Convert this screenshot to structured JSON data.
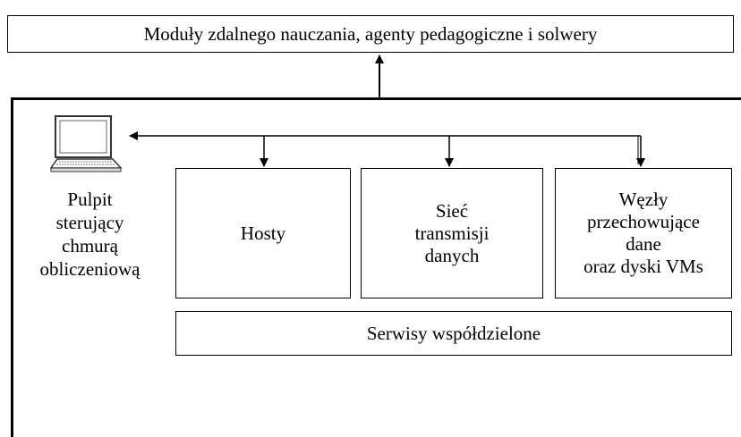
{
  "top": {
    "label": "Moduły zdalnego nauczania, agenty pedagogiczne i solwery"
  },
  "console": {
    "lines": [
      "Pulpit",
      "sterujący",
      "chmurą",
      "obliczeniową"
    ],
    "icon": "computer-icon"
  },
  "hosts": {
    "lines": [
      "Hosty"
    ]
  },
  "network": {
    "lines": [
      "Sieć",
      "transmisji",
      "danych"
    ]
  },
  "storage": {
    "lines": [
      "Węzły",
      "przechowujące",
      "dane",
      "oraz dyski VMs"
    ]
  },
  "shared": {
    "label": "Serwisy współdzielone"
  }
}
